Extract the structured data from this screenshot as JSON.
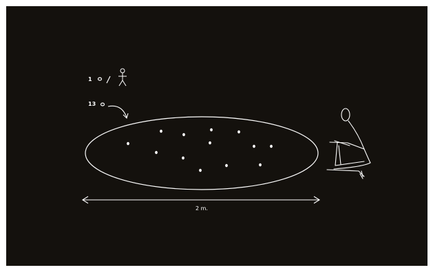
{
  "colors": {
    "background": "#14110d",
    "frame": "#ffffff",
    "stroke": "#ffffff"
  },
  "legend": {
    "person_count": "1",
    "total_count": "13"
  },
  "dimension": {
    "label": "2 m."
  },
  "icons": {
    "legend_person": "stick-figure-standing-icon",
    "observer": "stick-figure-crouching-icon",
    "item": "round-pellet-icon"
  },
  "items": {
    "count": 13
  }
}
